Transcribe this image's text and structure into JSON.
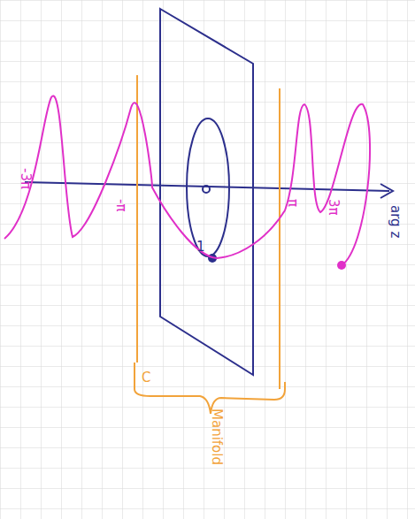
{
  "diagram": {
    "labels": [
      "-3π",
      "-π",
      "π",
      "3π",
      "arg z",
      "1",
      "C",
      "Manifold"
    ]
  }
}
